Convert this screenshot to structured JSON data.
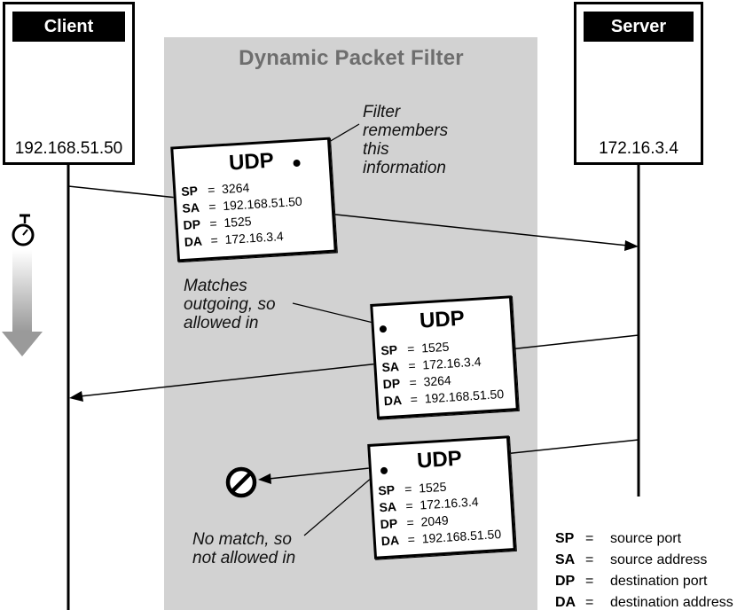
{
  "filter": {
    "title": "Dynamic Packet Filter"
  },
  "client": {
    "title": "Client",
    "ip": "192.168.51.50"
  },
  "server": {
    "title": "Server",
    "ip": "172.16.3.4"
  },
  "notes": {
    "remembers": "Filter\nremembers\nthis\ninformation",
    "matches": "Matches\noutgoing, so\nallowed in",
    "no_match": "No match, so\nnot allowed in"
  },
  "packets": [
    {
      "title": "UDP",
      "fields": [
        {
          "key": "SP",
          "eq": "=",
          "value": "3264"
        },
        {
          "key": "SA",
          "eq": "=",
          "value": "192.168.51.50"
        },
        {
          "key": "DP",
          "eq": "=",
          "value": "1525"
        },
        {
          "key": "DA",
          "eq": "=",
          "value": "172.16.3.4"
        }
      ]
    },
    {
      "title": "UDP",
      "fields": [
        {
          "key": "SP",
          "eq": "=",
          "value": "1525"
        },
        {
          "key": "SA",
          "eq": "=",
          "value": "172.16.3.4"
        },
        {
          "key": "DP",
          "eq": "=",
          "value": "3264"
        },
        {
          "key": "DA",
          "eq": "=",
          "value": "192.168.51.50"
        }
      ]
    },
    {
      "title": "UDP",
      "fields": [
        {
          "key": "SP",
          "eq": "=",
          "value": "1525"
        },
        {
          "key": "SA",
          "eq": "=",
          "value": "172.16.3.4"
        },
        {
          "key": "DP",
          "eq": "=",
          "value": "2049"
        },
        {
          "key": "DA",
          "eq": "=",
          "value": "192.168.51.50"
        }
      ]
    }
  ],
  "legend": [
    {
      "key": "SP",
      "eq": "=",
      "value": "source port"
    },
    {
      "key": "SA",
      "eq": "=",
      "value": "source address"
    },
    {
      "key": "DP",
      "eq": "=",
      "value": "destination port"
    },
    {
      "key": "DA",
      "eq": "=",
      "value": "destination address"
    }
  ],
  "icons": {
    "client": "computer-icon",
    "server": "server-tower-icon",
    "time": "stopwatch-icon",
    "time_arrow": "down-arrow-icon",
    "blocked": "prohibited-icon"
  },
  "colors": {
    "filter_zone": "#d2d2d2",
    "filter_title": "#6e6e6e",
    "ink": "#000000"
  }
}
